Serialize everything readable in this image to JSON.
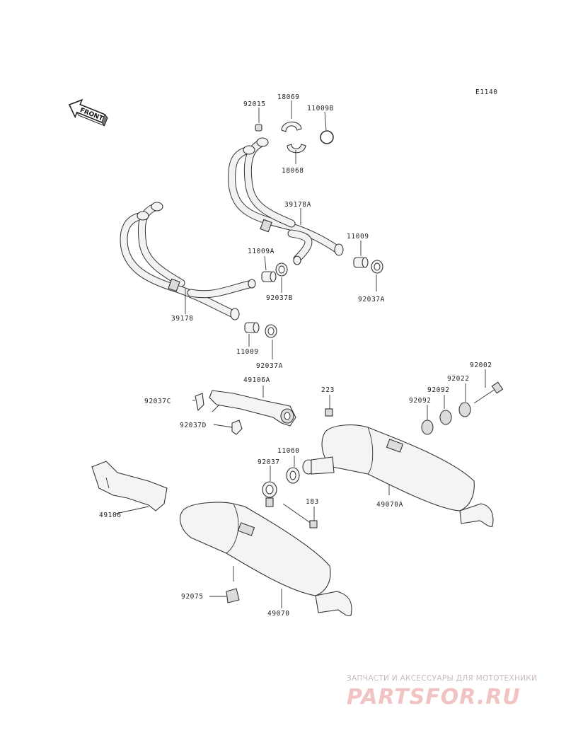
{
  "diagram_code": "E1140",
  "front_indicator": "FRONT",
  "watermark": {
    "tagline": "ЗАПЧАСТИ И АКСЕССУАРЫ ДЛЯ МОТОТЕХНИКИ",
    "brand": "PARTSFOR.RU"
  },
  "parts": [
    {
      "id": "p-92015",
      "number": "92015"
    },
    {
      "id": "p-18069",
      "number": "18069"
    },
    {
      "id": "p-11009B",
      "number": "11009B"
    },
    {
      "id": "p-18068",
      "number": "18068"
    },
    {
      "id": "p-39178A",
      "number": "39178A"
    },
    {
      "id": "p-11009-r",
      "number": "11009"
    },
    {
      "id": "p-11009A",
      "number": "11009A"
    },
    {
      "id": "p-92037B",
      "number": "92037B"
    },
    {
      "id": "p-92037A-r",
      "number": "92037A"
    },
    {
      "id": "p-39178",
      "number": "39178"
    },
    {
      "id": "p-11009-l",
      "number": "11009"
    },
    {
      "id": "p-92037A-l",
      "number": "92037A"
    },
    {
      "id": "p-92002",
      "number": "92002"
    },
    {
      "id": "p-92022",
      "number": "92022"
    },
    {
      "id": "p-49106A",
      "number": "49106A"
    },
    {
      "id": "p-223",
      "number": "223"
    },
    {
      "id": "p-92092-a",
      "number": "92092"
    },
    {
      "id": "p-92092-b",
      "number": "92092"
    },
    {
      "id": "p-92037C",
      "number": "92037C"
    },
    {
      "id": "p-92037D",
      "number": "92037D"
    },
    {
      "id": "p-11060",
      "number": "11060"
    },
    {
      "id": "p-92037",
      "number": "92037"
    },
    {
      "id": "p-49106",
      "number": "49106"
    },
    {
      "id": "p-183",
      "number": "183"
    },
    {
      "id": "p-49070A",
      "number": "49070A"
    },
    {
      "id": "p-92075",
      "number": "92075"
    },
    {
      "id": "p-49070",
      "number": "49070"
    }
  ]
}
